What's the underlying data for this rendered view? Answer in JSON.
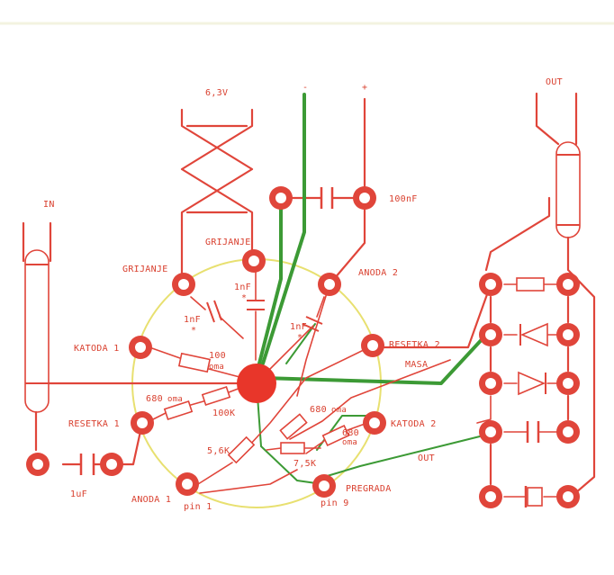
{
  "labels": {
    "heater_voltage": "6,3V",
    "supply_minus": "-",
    "supply_plus": "+",
    "input": "IN",
    "output_top": "OUT",
    "cap_100nF": "100nF",
    "grijanje_a": "GRIJANJE",
    "grijanje_b": "GRIJANJE",
    "anoda2": "ANODA 2",
    "katoda1": "KATODA 1",
    "resetka2": "RESETKA 2",
    "masa": "MASA",
    "resetka1": "RESETKA 1",
    "katoda2": "KATODA 2",
    "anoda1": "ANODA 1",
    "pin1": "pin 1",
    "pregrada": "PREGRADA",
    "pin9": "pin 9",
    "output_bottom": "OUT",
    "cap_1uF": "1uF",
    "cap_1nF_a": "1nF",
    "cap_1nF_b": "1nF",
    "cap_1nF_c": "1nF",
    "star_a": "*",
    "star_b": "*",
    "star_c": "*",
    "r100": "100",
    "r100_unit": "oma",
    "r680_a": "680",
    "r680_a_unit": "oma",
    "r100k": "100K",
    "r680_b": "680",
    "r680_b_unit": "oma",
    "r680_c": "680",
    "r680_c_unit": "oma",
    "r5_6k": "5,6K",
    "r7_5k": "7,5K"
  },
  "colors": {
    "copper": "#e0453a",
    "ground": "#3c9a35",
    "socket": "#e8e070",
    "center_pad": "#e8362a"
  }
}
